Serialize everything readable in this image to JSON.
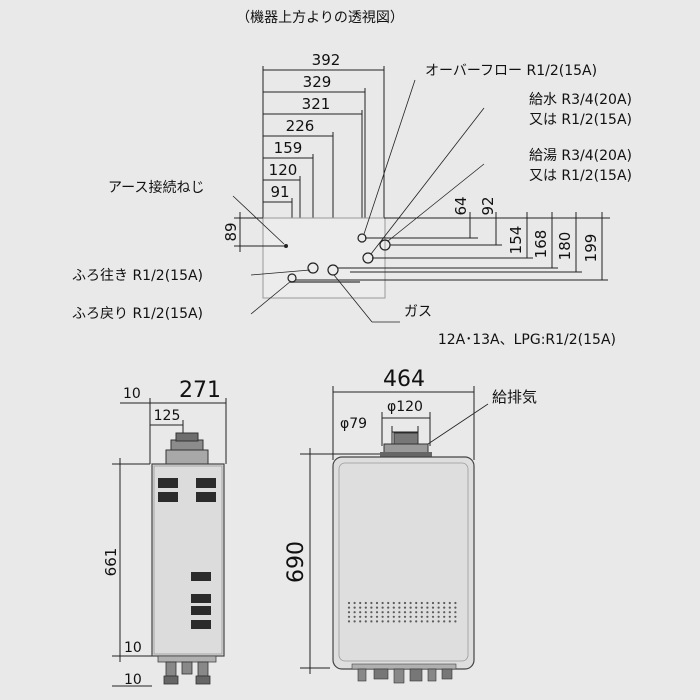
{
  "top_view": {
    "caption": "（機器上方よりの透視図）",
    "h_dims": [
      "392",
      "329",
      "321",
      "226",
      "159",
      "120",
      "91"
    ],
    "v_dims_right": [
      "64",
      "92",
      "154",
      "168",
      "180",
      "199"
    ],
    "v_dim_left": "89",
    "labels": {
      "earth": "アース接続ねじ",
      "overflow": "オーバーフロー R1/2(15A)",
      "water_1": "給水 R3/4(20A)",
      "water_2": "又は R1/2(15A)",
      "hot_1": "給湯 R3/4(20A)",
      "hot_2": "又は R1/2(15A)",
      "bath_out": "ふろ往き  R1/2(15A)",
      "bath_return": "ふろ戻り  R1/2(15A)",
      "gas": "ガス",
      "gas_spec": "12A･13A、LPG:R1/2(15A)"
    }
  },
  "side_view": {
    "dim_top_gap": "10",
    "dim_width": "271",
    "dim_flue_offset": "125",
    "dim_height": "661",
    "dim_bottom_gap_1": "10",
    "dim_bottom_gap_2": "10"
  },
  "front_view": {
    "dim_width": "464",
    "dim_phi79": "φ79",
    "dim_phi120": "φ120",
    "label_flue": "給排気",
    "dim_height": "690"
  }
}
